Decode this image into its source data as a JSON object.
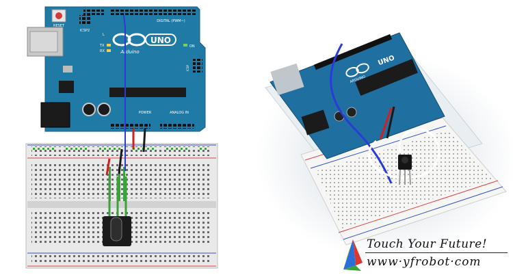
{
  "board": {
    "reset_label": "RESET",
    "icsp2_label": "ICSP2",
    "model": "UNO",
    "brand": "Arduino",
    "on_label": "ON",
    "tx_label": "TX",
    "rx_label": "RX",
    "l_label": "L",
    "digital_label": "DIGITAL (PWM~)",
    "analog_label": "ANALOG IN",
    "power_label": "POWER",
    "icsp_label": "ICSP"
  },
  "photo_board": {
    "model": "UNO",
    "brand": "ARDUINO"
  },
  "branding": {
    "slogan": "Touch Your Future!",
    "website": "www·yfrobot·com"
  },
  "colors": {
    "board_blue": "#1f7aa6",
    "wire_red": "#cc2222",
    "wire_black": "#1a1a1a",
    "wire_blue": "#2a3bd6",
    "wire_green": "#3aa33a",
    "rail_red": "#e04040",
    "rail_blue": "#3050d0"
  }
}
